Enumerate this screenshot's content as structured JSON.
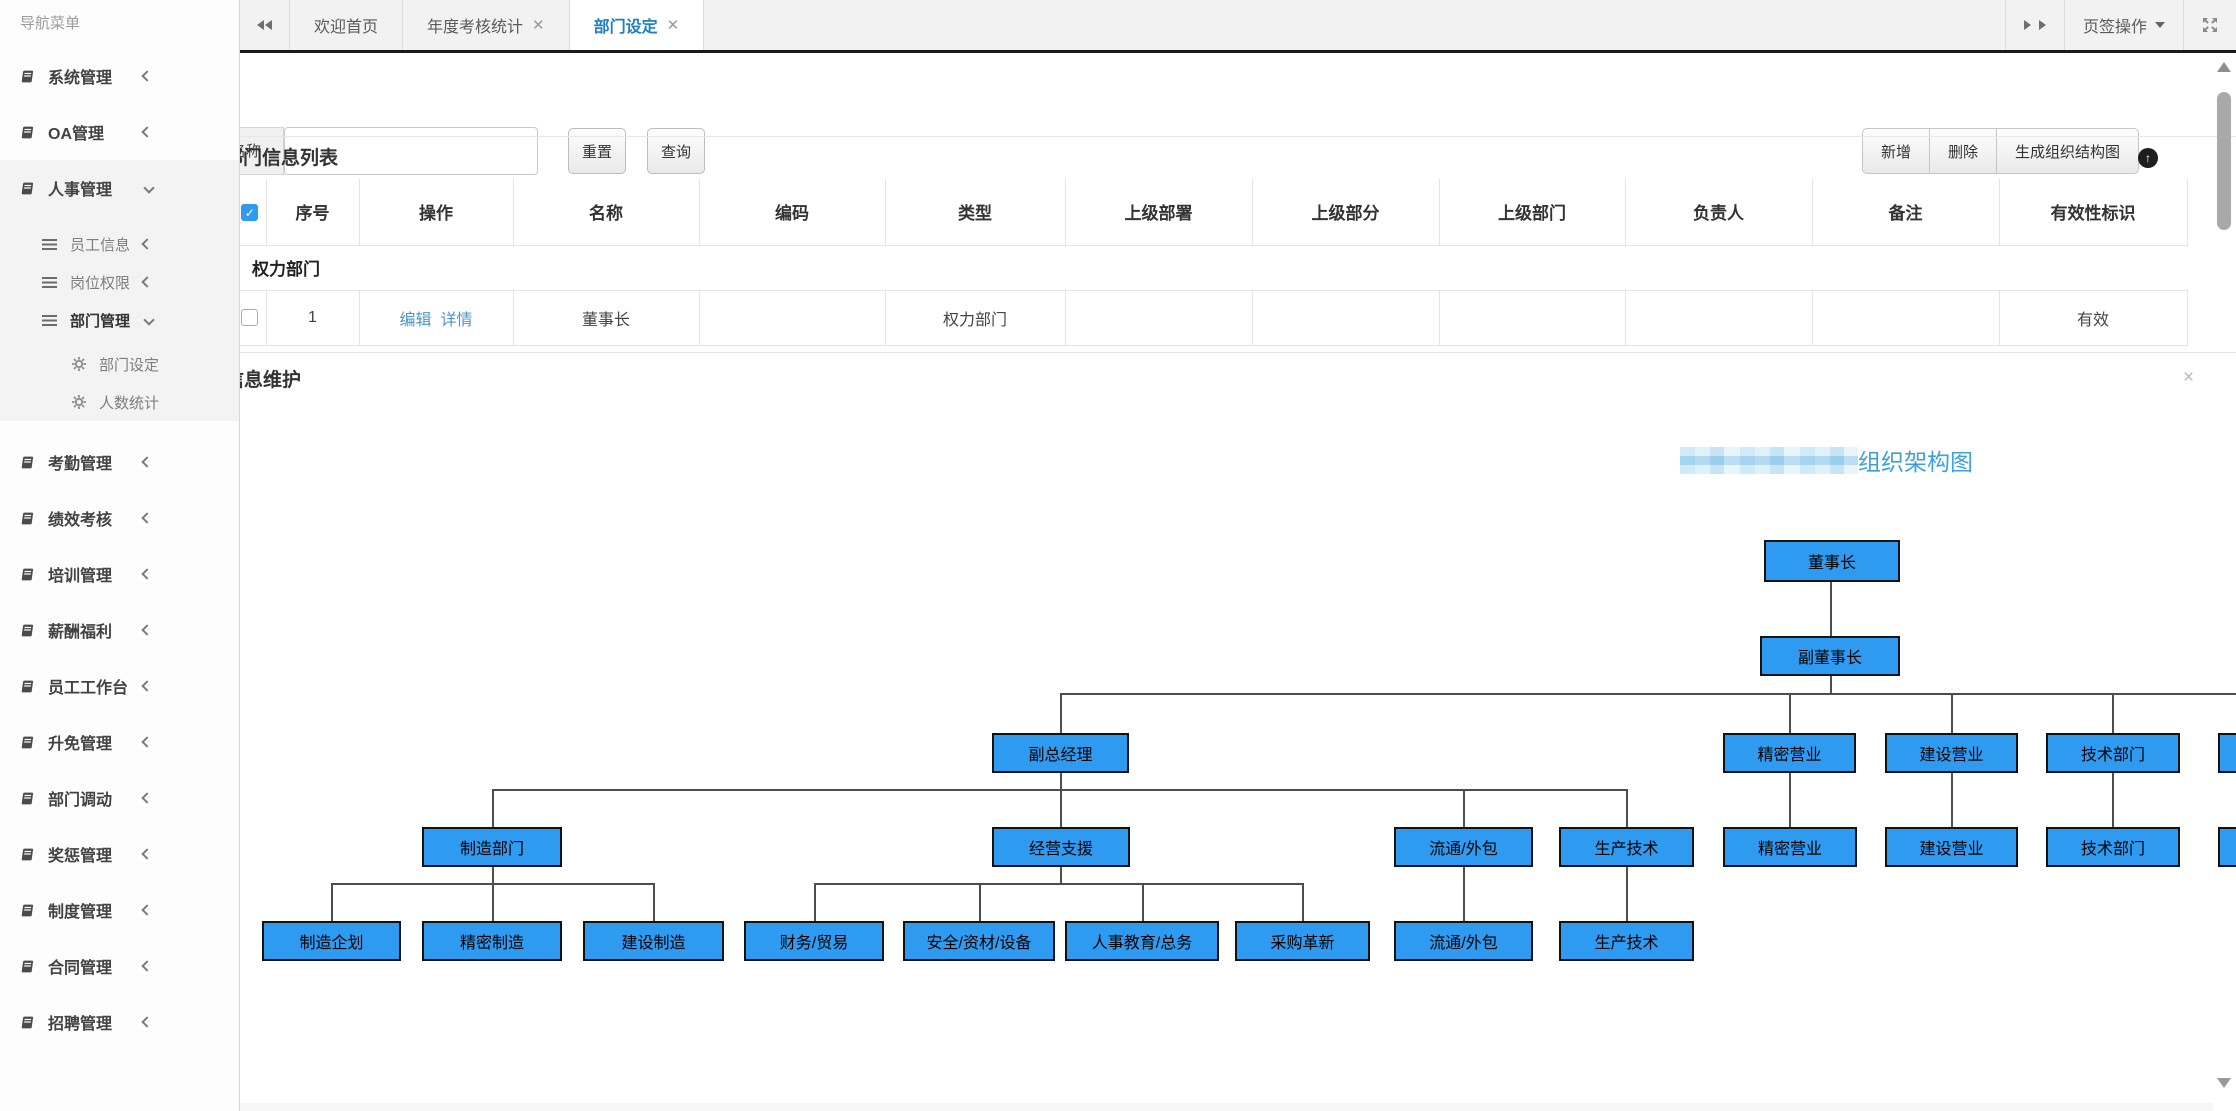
{
  "sidebar": {
    "header": "导航菜单",
    "items": [
      {
        "label": "系统管理",
        "icon": "book",
        "level": 1,
        "chevron": "left"
      },
      {
        "label": "OA管理",
        "icon": "book",
        "level": 1,
        "chevron": "left"
      },
      {
        "label": "人事管理",
        "icon": "book",
        "level": 1,
        "chevron": "down",
        "shaded": true
      },
      {
        "label": "员工信息",
        "icon": "menu",
        "level": 2,
        "chevron": "left",
        "shaded": true,
        "gap_before": 9,
        "gap_shaded": true
      },
      {
        "label": "岗位权限",
        "icon": "menu",
        "level": 2,
        "chevron": "left",
        "shaded": true
      },
      {
        "label": "部门管理",
        "icon": "menu",
        "level": 2,
        "chevron": "down",
        "shaded": true,
        "bold": true
      },
      {
        "label": "部门设定",
        "icon": "gears",
        "level": 3,
        "shaded": true,
        "gap_before": 6,
        "gap_shaded": true
      },
      {
        "label": "人数统计",
        "icon": "gears",
        "level": 3,
        "shaded": true
      },
      {
        "label": "考勤管理",
        "icon": "book",
        "level": 1,
        "chevron": "left",
        "gap_before": 13
      },
      {
        "label": "绩效考核",
        "icon": "book",
        "level": 1,
        "chevron": "left"
      },
      {
        "label": "培训管理",
        "icon": "book",
        "level": 1,
        "chevron": "left"
      },
      {
        "label": "薪酬福利",
        "icon": "book",
        "level": 1,
        "chevron": "left"
      },
      {
        "label": "员工工作台",
        "icon": "book",
        "level": 1,
        "chevron": "left"
      },
      {
        "label": "升免管理",
        "icon": "book",
        "level": 1,
        "chevron": "left"
      },
      {
        "label": "部门调动",
        "icon": "book",
        "level": 1,
        "chevron": "left"
      },
      {
        "label": "奖惩管理",
        "icon": "book",
        "level": 1,
        "chevron": "left"
      },
      {
        "label": "制度管理",
        "icon": "book",
        "level": 1,
        "chevron": "left"
      },
      {
        "label": "合同管理",
        "icon": "book",
        "level": 1,
        "chevron": "left"
      },
      {
        "label": "招聘管理",
        "icon": "book",
        "level": 1,
        "chevron": "left"
      }
    ]
  },
  "tabbar": {
    "tabs": [
      {
        "label": "欢迎首页",
        "closable": false,
        "active": false
      },
      {
        "label": "年度考核统计",
        "closable": true,
        "active": false
      },
      {
        "label": "部门设定",
        "closable": true,
        "active": true
      }
    ],
    "menu_label": "页签操作"
  },
  "toolbar": {
    "search_label": "名称",
    "search_value": "",
    "reset_label": "重置",
    "query_label": "查询",
    "add_label": "新增",
    "delete_label": "删除",
    "generate_label": "生成组织结构图"
  },
  "list_panel": {
    "title": "部门信息列表"
  },
  "table": {
    "headers": [
      "序号",
      "操作",
      "名称",
      "编码",
      "类型",
      "上级部署",
      "上级部分",
      "上级部门",
      "负责人",
      "备注",
      "有效性标识"
    ],
    "group_row": "权力部门",
    "rows": [
      {
        "actions": [
          "编辑",
          "详情"
        ],
        "cells": [
          "1",
          "",
          "董事长",
          "",
          "权力部门",
          "",
          "",
          "",
          "",
          "",
          "有效"
        ]
      }
    ]
  },
  "maintain_panel": {
    "title": "部门信息维护"
  },
  "org_chart": {
    "title": "组织架构图",
    "company_redacted": true,
    "levels": [
      [
        "董事长"
      ],
      [
        "副董事长"
      ],
      [
        "副总经理",
        "精密营业",
        "建设营业",
        "技术部门",
        ""
      ],
      [
        "制造部门",
        "经营支援",
        "流通/外包",
        "生产技术",
        "精密营业",
        "建设营业",
        "技术部门",
        ""
      ],
      [
        "制造企划",
        "精密制造",
        "建设制造",
        "财务/贸易",
        "安全/资材/设备",
        "人事教育/总务",
        "采购革新",
        "流通/外包",
        "生产技术"
      ]
    ]
  },
  "colors": {
    "node_blue": "#2e9bf0",
    "title_blue": "#3ba0dc",
    "active_tab_blue": "#1f7fc4",
    "link_blue": "#4a96c8"
  }
}
